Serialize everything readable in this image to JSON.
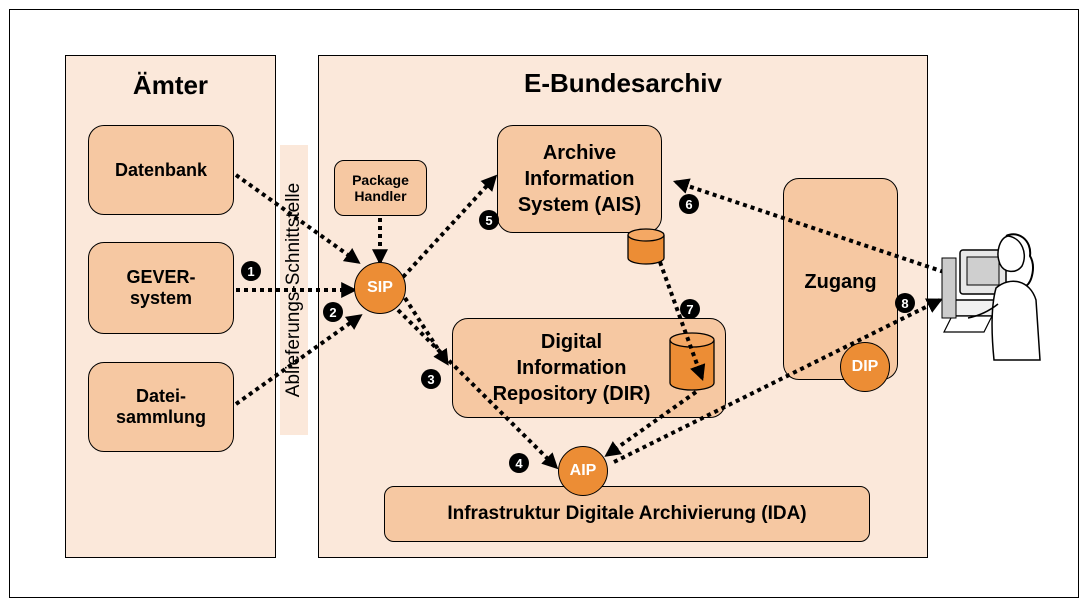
{
  "left_panel": {
    "title": "Ämter"
  },
  "sources": [
    {
      "id": "datenbank",
      "label": "Datenbank"
    },
    {
      "id": "gever",
      "label": "GEVER-\nsystem"
    },
    {
      "id": "dateisammlung",
      "label": "Datei-\nsammlung"
    }
  ],
  "interface_label": "Ablieferungs-Schnittstelle",
  "main_panel": {
    "title": "E-Bundesarchiv"
  },
  "package_handler": "Package\nHandler",
  "ais": "Archive\nInformation\nSystem (AIS)",
  "dir": "Digital\nInformation\nRepository (DIR)",
  "zugang": "Zugang",
  "ida": "Infrastruktur Digitale Archivierung (IDA)",
  "nodes": {
    "sip": "SIP",
    "aip": "AIP",
    "dip": "DIP"
  },
  "steps": [
    "1",
    "2",
    "3",
    "4",
    "5",
    "6",
    "7",
    "8"
  ],
  "colors": {
    "panel": "#fbe8da",
    "box": "#f6c8a2",
    "node": "#ec8d35",
    "db": "#ec8d35"
  },
  "icons": [
    "database-icon",
    "user-computer-icon"
  ]
}
